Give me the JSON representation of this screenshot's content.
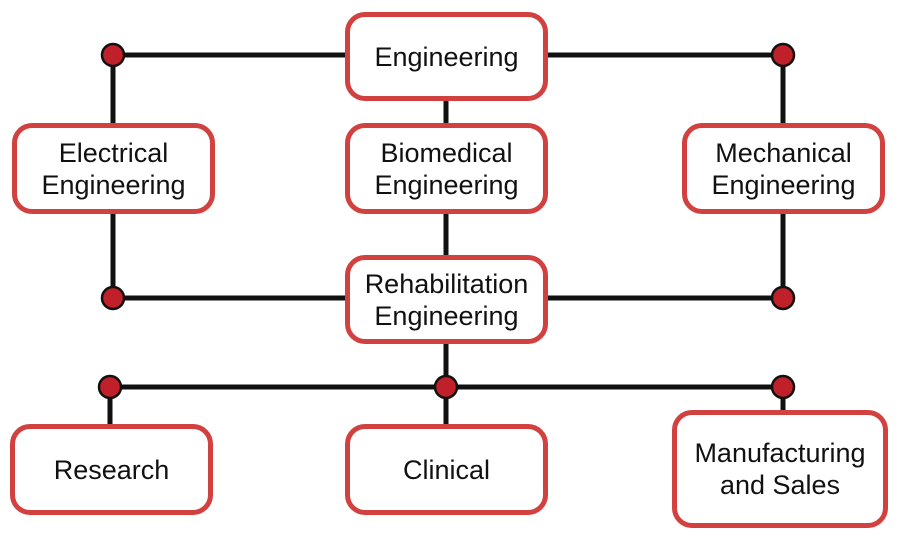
{
  "nodes": {
    "engineering": [
      "Engineering"
    ],
    "electrical": [
      "Electrical",
      "Engineering"
    ],
    "biomedical": [
      "Biomedical",
      "Engineering"
    ],
    "mechanical": [
      "Mechanical",
      "Engineering"
    ],
    "rehabilitation": [
      "Rehabilitation",
      "Engineering"
    ],
    "research": [
      "Research"
    ],
    "clinical": [
      "Clinical"
    ],
    "manufacturing": [
      "Manufacturing",
      "and Sales"
    ]
  },
  "colors": {
    "box_border": "#d1413f",
    "dot_fill": "#c0202a",
    "line": "#111111"
  }
}
